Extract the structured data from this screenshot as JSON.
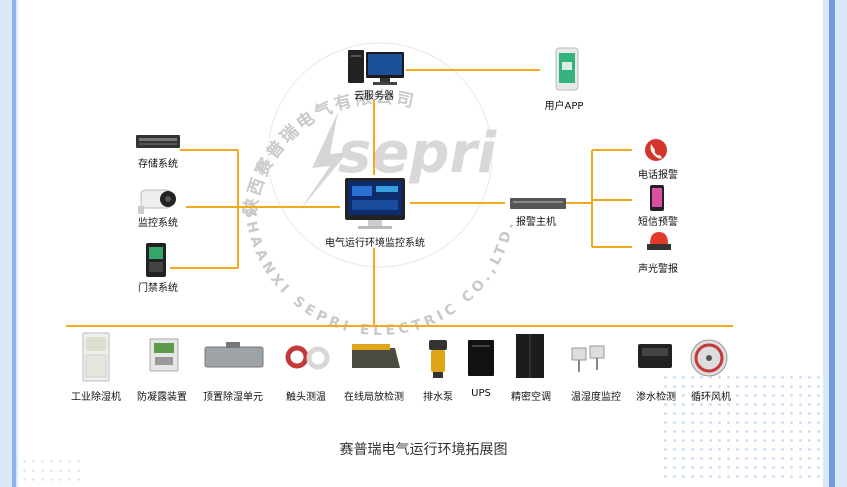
{
  "caption": "赛普瑞电气运行环境拓展图",
  "watermark": {
    "logo_text": "sepri",
    "arc_cn": "陕西赛普瑞电气有限公司",
    "arc_en": "SHAANXI SEPRI ELECTRIC CO.,LTD."
  },
  "nodes": {
    "cloud_server": "云服务器",
    "user_app": "用户APP",
    "storage": "存储系统",
    "monitoring": "监控系统",
    "access_control": "门禁系统",
    "central": "电气运行环境监控系统",
    "alarm_host": "报警主机",
    "phone_alarm": "电话报警",
    "sms_alarm": "短信预警",
    "sound_light_alarm": "声光警报"
  },
  "devices": [
    "工业除湿机",
    "防凝露装置",
    "顶置除湿单元",
    "触头测温",
    "在线局放检测",
    "排水泵",
    "UPS",
    "精密空调",
    "温湿度监控",
    "渗水检测",
    "循环风机"
  ],
  "colors": {
    "line": "#f2a91c",
    "frame": "#8fb2e6",
    "watermark": "#b7b7b7"
  }
}
